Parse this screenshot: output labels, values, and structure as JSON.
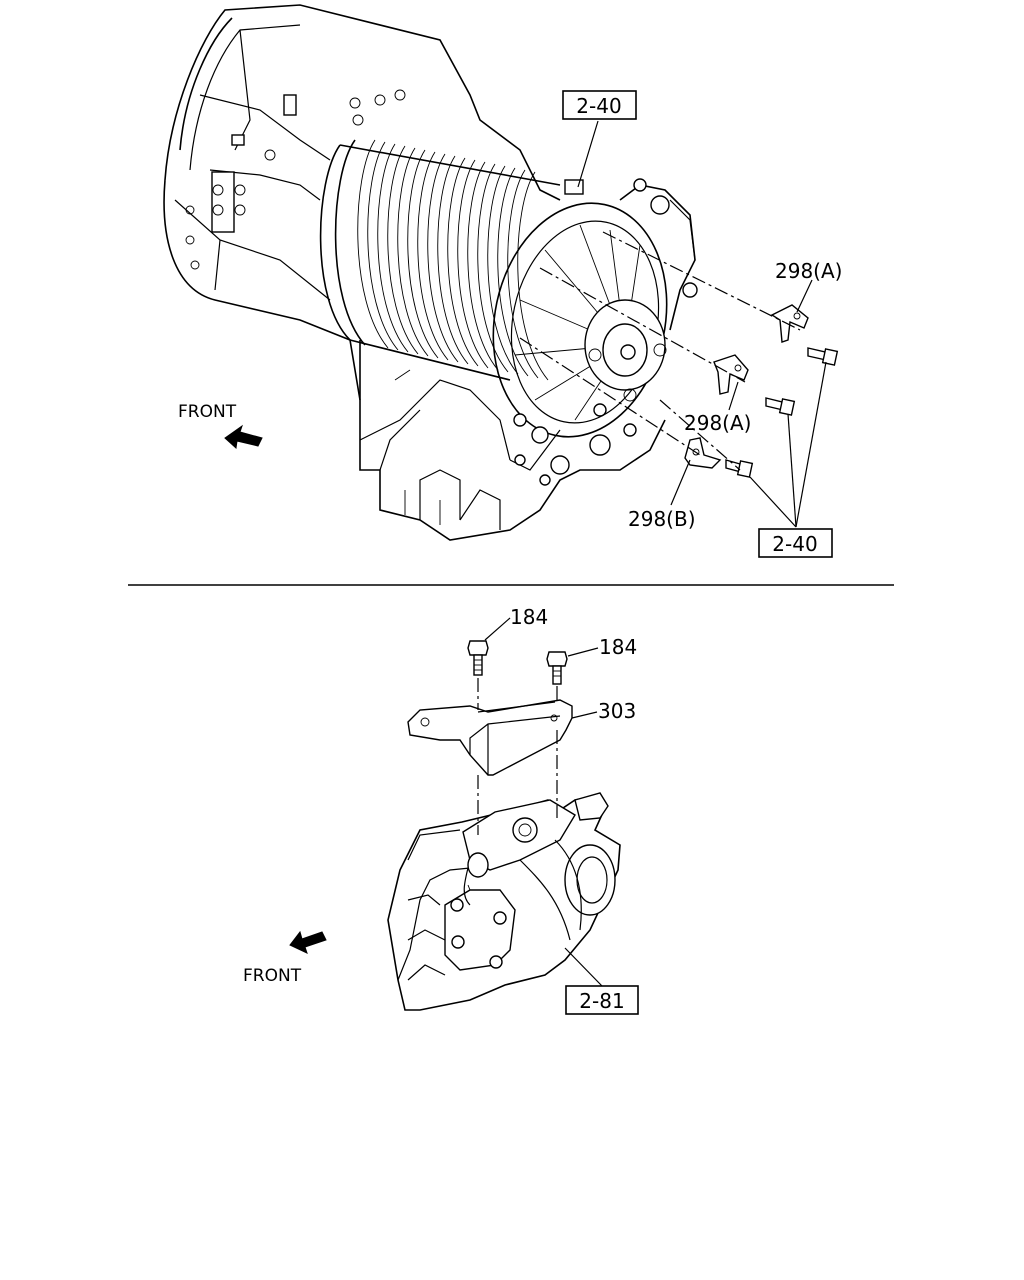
{
  "upper": {
    "ref_top": "2-40",
    "ref_bottom": "2-40",
    "part_298a_1": "298(A)",
    "part_298a_2": "298(A)",
    "part_298b": "298(B)",
    "front": "FRONT"
  },
  "lower": {
    "part_184_1": "184",
    "part_184_2": "184",
    "part_303": "303",
    "ref_pto": "2-81",
    "front": "FRONT"
  }
}
